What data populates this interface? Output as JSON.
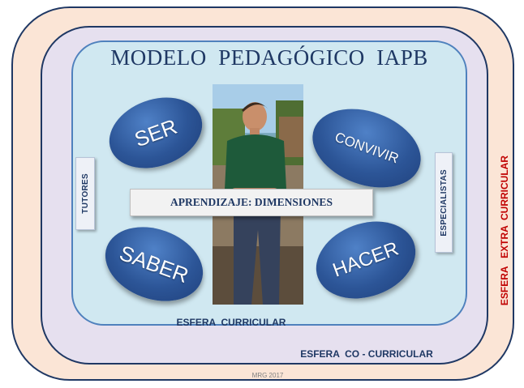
{
  "title": "MODELO  PEDAGÓGICO  IAPB",
  "dimensions": {
    "ser": "SER",
    "convivir": "CONVIVIR",
    "saber": "SABER",
    "hacer": "HACER"
  },
  "center_label": "APRENDIZAJE: DIMENSIONES",
  "side_labels": {
    "tutores": "TUTORES",
    "especialistas": "ESPECIALISTAS"
  },
  "spheres": {
    "curricular": "ESFERA  CURRICULAR",
    "co_curricular": "ESFERA  CO - CURRICULAR",
    "extra_curricular": "ESFERA   EXTRA  CURRICULAR"
  },
  "credit": "MRG 2017",
  "colors": {
    "outer_sphere": "#fbe5d6",
    "middle_sphere": "#e6e0ef",
    "inner_sphere": "#d0e8f1",
    "ellipse_fill": "#2c5597",
    "title_text": "#1f3864",
    "extra_label": "#c00000"
  }
}
